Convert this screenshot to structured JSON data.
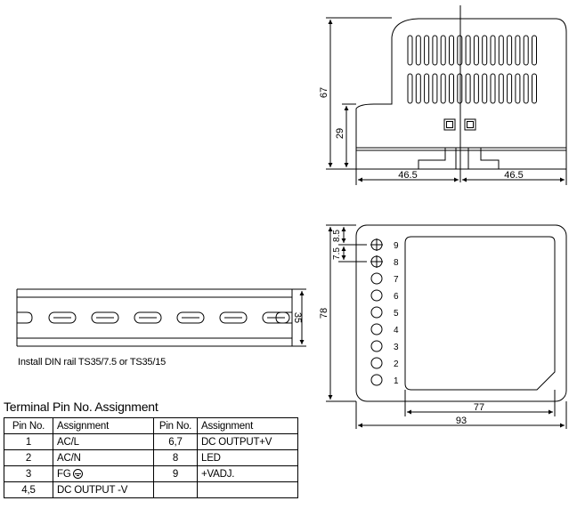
{
  "dimensions": {
    "side_height": "67",
    "side_lower_height": "29",
    "side_half_left": "46.5",
    "side_half_right": "46.5",
    "top_pitch_1": "8.5",
    "top_pitch_2": "7.5",
    "top_height": "78",
    "top_inner_width": "77",
    "top_width": "93",
    "rail_height": "35"
  },
  "pin_labels": [
    "9",
    "8",
    "7",
    "6",
    "5",
    "4",
    "3",
    "2",
    "1"
  ],
  "rail_caption": "Install DIN rail TS35/7.5 or TS35/15",
  "table": {
    "title": "Terminal Pin No. Assignment",
    "headers": [
      "Pin No.",
      "Assignment",
      "Pin No.",
      "Assignment"
    ],
    "rows": [
      [
        "1",
        "AC/L",
        "6,7",
        "DC OUTPUT+V"
      ],
      [
        "2",
        "AC/N",
        "8",
        "LED"
      ],
      [
        "3",
        "FG",
        "9",
        "+VADJ."
      ],
      [
        "4,5",
        "DC OUTPUT -V",
        "",
        ""
      ]
    ],
    "ground_icon": "ground-symbol-icon"
  }
}
